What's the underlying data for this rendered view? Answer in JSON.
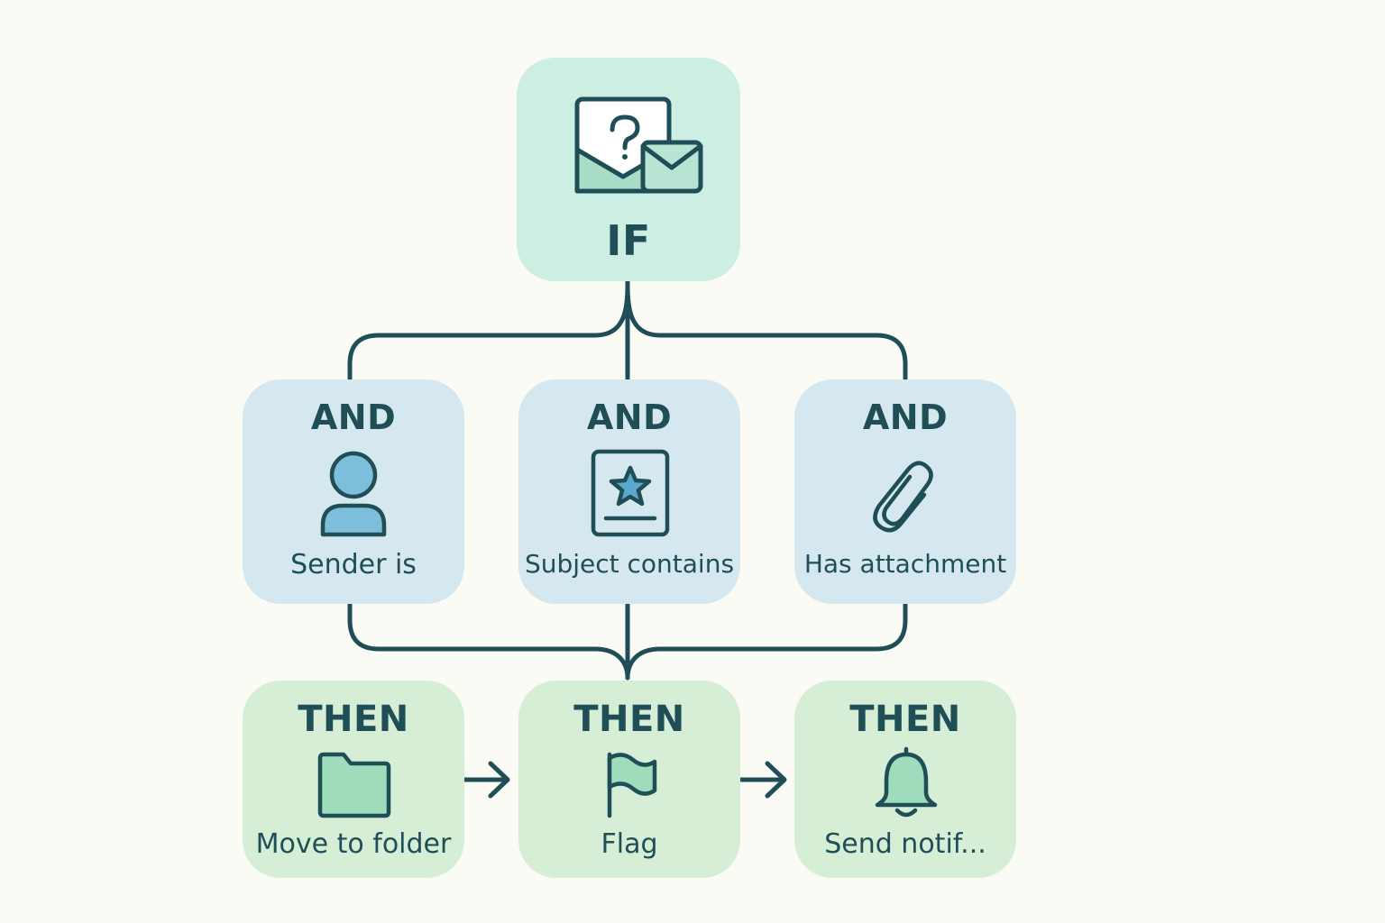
{
  "colors": {
    "stroke": "#1f4e57",
    "if_bg": "#cdeee2",
    "and_bg": "#d5e8ef",
    "then_bg": "#d6eed6",
    "background": "#fbfbf6"
  },
  "if_node": {
    "keyword": "IF",
    "icon": "email-question-icon"
  },
  "and_nodes": [
    {
      "keyword": "AND",
      "label": "Sender is",
      "icon": "person-icon"
    },
    {
      "keyword": "AND",
      "label": "Subject contains",
      "icon": "star-document-icon"
    },
    {
      "keyword": "AND",
      "label": "Has attachment",
      "icon": "paperclip-icon"
    }
  ],
  "then_nodes": [
    {
      "keyword": "THEN",
      "label": "Move to folder",
      "icon": "folder-icon"
    },
    {
      "keyword": "THEN",
      "label": "Flag",
      "icon": "flag-icon"
    },
    {
      "keyword": "THEN",
      "label": "Send notif...",
      "icon": "bell-icon"
    }
  ]
}
